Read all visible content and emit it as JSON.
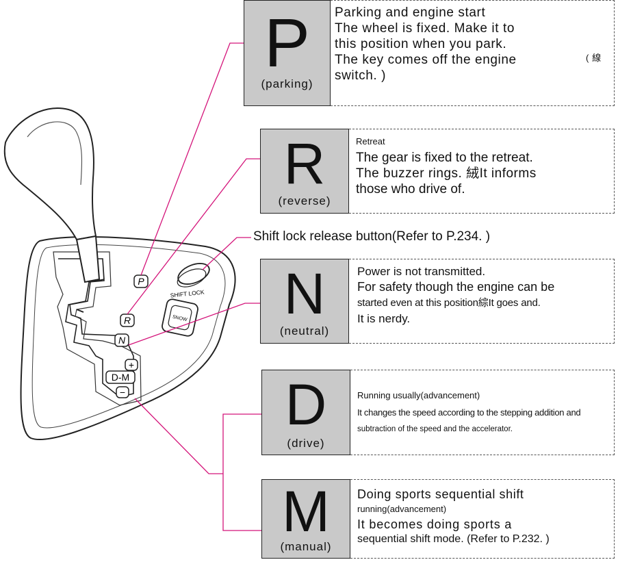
{
  "positions": [
    {
      "letter": "P",
      "name": "(parking)",
      "lines": [
        "Parking and engine start",
        "The wheel is fixed. Make it to",
        "this position when you park.",
        "The key comes off the engine",
        "switch. )"
      ],
      "side_note": "( 線"
    },
    {
      "letter": "R",
      "name": "(reverse)",
      "lines": [
        "Retreat",
        "The gear is fixed to the retreat.",
        "The buzzer rings. 絨It informs",
        "those who drive of."
      ]
    },
    {
      "letter": "N",
      "name": "(neutral)",
      "lines": [
        "Power is not transmitted.",
        "For safety though the engine can be",
        "started even at this position綜It goes and.",
        "It is nerdy."
      ]
    },
    {
      "letter": "D",
      "name": "(drive)",
      "lines": [
        "Running usually(advancement)",
        "It changes the speed according to the stepping addition and",
        "subtraction of the speed and the accelerator."
      ]
    },
    {
      "letter": "M",
      "name": "(manual)",
      "lines": [
        "Doing sports sequential shift",
        "running(advancement)",
        "It becomes doing sports a",
        "sequential shift mode. (Refer to P.232. )"
      ]
    }
  ],
  "shift_lock_label": "Shift lock release button(Refer to P.234. )",
  "gate_labels": {
    "p": "P",
    "r": "R",
    "n": "N",
    "dm": "D-M",
    "plus": "+",
    "minus": "−",
    "shift_lock": "SHIFT LOCK",
    "snow": "SNOW"
  },
  "colors": {
    "leader_line": "#d4147a",
    "letter_box": "#c9c9c9",
    "outline": "#222222"
  }
}
